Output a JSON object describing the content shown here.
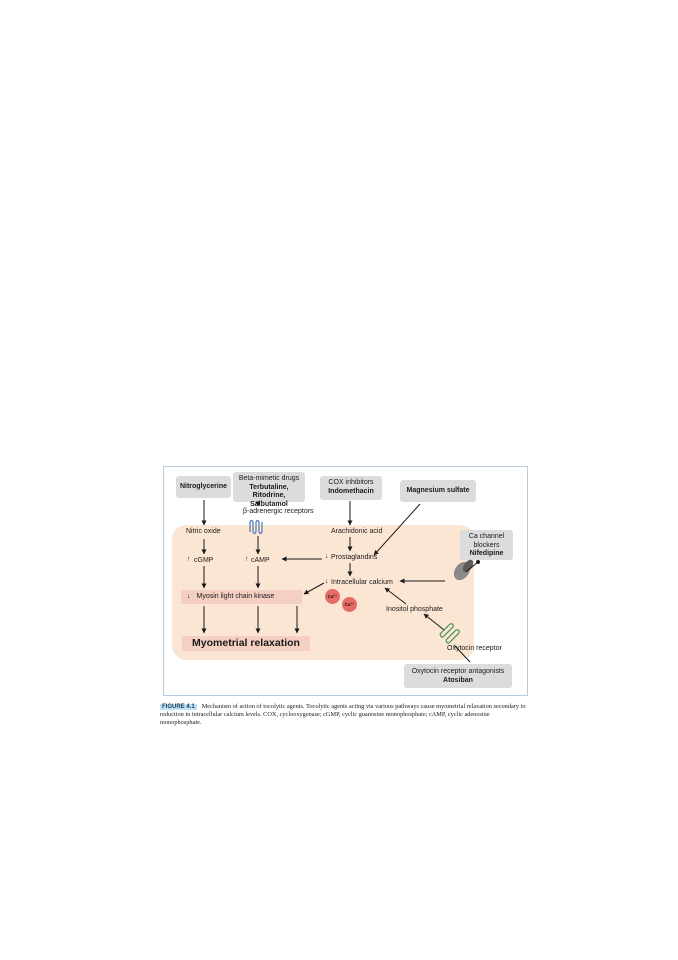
{
  "boxes": {
    "nitroglycerine": "Nitroglycerine",
    "beta_mimetic_title": "Beta-mimetic drugs",
    "beta_mimetic_drugs_1": "Terbutaline, Ritodrine,",
    "beta_mimetic_drugs_2": "Salbutamol",
    "cox_title": "COX inhibitors",
    "cox_drug": "Indomethacin",
    "magnesium": "Magnesium sulfate",
    "ca_blockers_1": "Ca channel",
    "ca_blockers_2": "blockers",
    "ca_blockers_drug": "Nifedipine",
    "oxytocin_antag_title": "Oxytocin receptor antagonists",
    "oxytocin_antag_drug": "Atosiban"
  },
  "labels": {
    "beta_receptors": "β-adrenergic receptors",
    "nitric_oxide": "Nitric oxide",
    "cgmp": "cGMP",
    "camp": "cAMP",
    "arachidonic": "Arachidonic acid",
    "prostaglandins": "Prostaglandins",
    "intracellular_calcium": "Intracellular calcium",
    "inositol": "Inositol phosphate",
    "oxytocin_receptor": "Oxytocin receptor",
    "mlck": "Myosin light chain kinase",
    "relaxation": "Myometrial relaxation",
    "ca_ion": "Ca²⁺",
    "up_arrow": "↑",
    "down_arrow": "↓"
  },
  "caption": {
    "tag": "FIGURE 4.1",
    "text": "Mechanism of action of tocolytic agents. Tocolytic agents acting via various pathways cause myometrial relaxation secondary to reduction in intracellular calcium levels. COX, cyclooxygenase; cGMP, cyclic guanosine monophosphate; cAMP, cyclic adenosine monophosphate."
  },
  "colors": {
    "cell": "#fbe6d4",
    "box": "#dcdcdc",
    "highlight": "#f4cfc2",
    "calcium": "#e46b67",
    "receptor_blue": "#4a78b8",
    "receptor_green": "#3f8f4f",
    "frame": "#b8cbe0"
  }
}
